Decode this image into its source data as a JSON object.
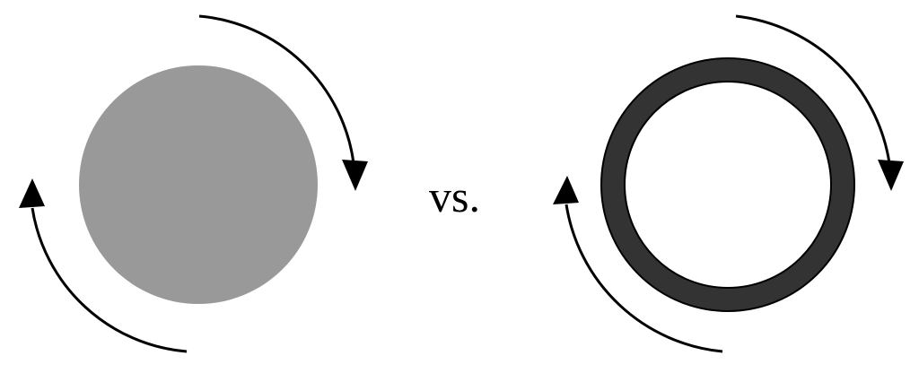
{
  "label": "vs.",
  "colors": {
    "solid_disk": "#999999",
    "ring": "#333333",
    "arrows": "#000000"
  },
  "icons": [
    "solid-disk",
    "hollow-ring",
    "rotation-arrow"
  ]
}
